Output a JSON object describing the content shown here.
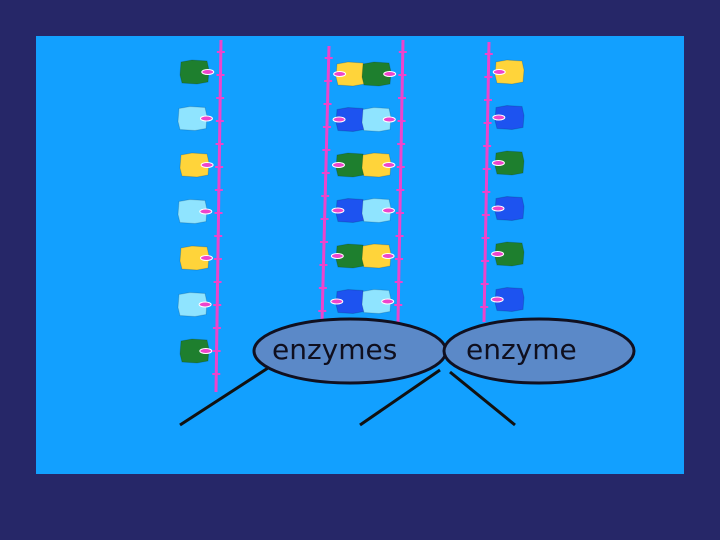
{
  "labels": {
    "left_bubble": "enzymes",
    "right_bubble": "enzyme"
  },
  "colors": {
    "background": "#262768",
    "panel": "#12a0ff",
    "bubble_fill": "#5b89c8",
    "strand": "#ee44cc",
    "sugar_yellow": "#ffd43a",
    "sugar_green": "#1e7f2e",
    "sugar_light_blue": "#8fe4ff",
    "sugar_dark_blue": "#1d53f0"
  },
  "strands": [
    {
      "name": "strand-1",
      "units": [
        "green",
        "light-blue",
        "yellow",
        "light-blue",
        "yellow",
        "light-blue",
        "green"
      ]
    },
    {
      "name": "strand-2",
      "units": [
        "yellow",
        "dark-blue",
        "green",
        "dark-blue",
        "green",
        "dark-blue"
      ]
    },
    {
      "name": "strand-3",
      "units": [
        "green",
        "light-blue",
        "yellow",
        "light-blue",
        "yellow",
        "light-blue"
      ]
    },
    {
      "name": "strand-4",
      "units": [
        "yellow",
        "dark-blue",
        "green",
        "dark-blue",
        "green",
        "dark-blue"
      ]
    }
  ]
}
